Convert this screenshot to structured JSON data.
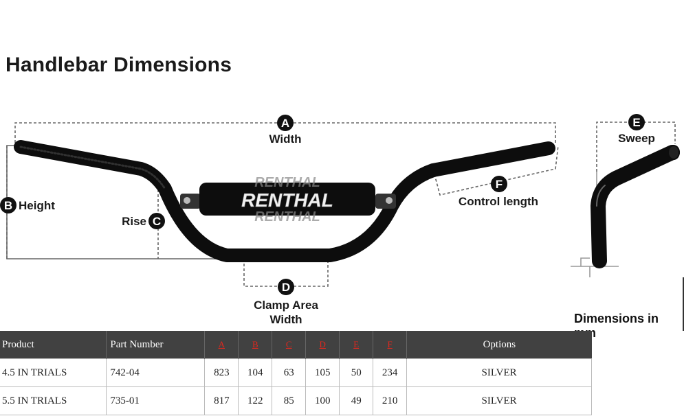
{
  "page_title": "Handlebar Dimensions",
  "dimensions_note": "Dimensions in mm",
  "brand_logo_text": "RENTHAL",
  "labels": {
    "A": "A",
    "A_name": "Width",
    "B": "B",
    "B_name": "Height",
    "C": "C",
    "C_name": "Rise",
    "D": "D",
    "D_name_line1": "Clamp Area",
    "D_name_line2": "Width",
    "E": "E",
    "E_name": "Sweep",
    "F": "F",
    "F_name": "Control length"
  },
  "table": {
    "headers": {
      "product": "Product",
      "part_number": "Part Number",
      "a": "A",
      "b": "B",
      "c": "C",
      "d": "D",
      "e": "E",
      "f": "F",
      "options": "Options"
    },
    "rows": [
      {
        "product": "4.5 IN TRIALS",
        "part_number": "742-04",
        "a": "823",
        "b": "104",
        "c": "63",
        "d": "105",
        "e": "50",
        "f": "234",
        "options": "SILVER"
      },
      {
        "product": "5.5 IN TRIALS",
        "part_number": "735-01",
        "a": "817",
        "b": "122",
        "c": "85",
        "d": "100",
        "e": "49",
        "f": "210",
        "options": "SILVER"
      }
    ]
  }
}
